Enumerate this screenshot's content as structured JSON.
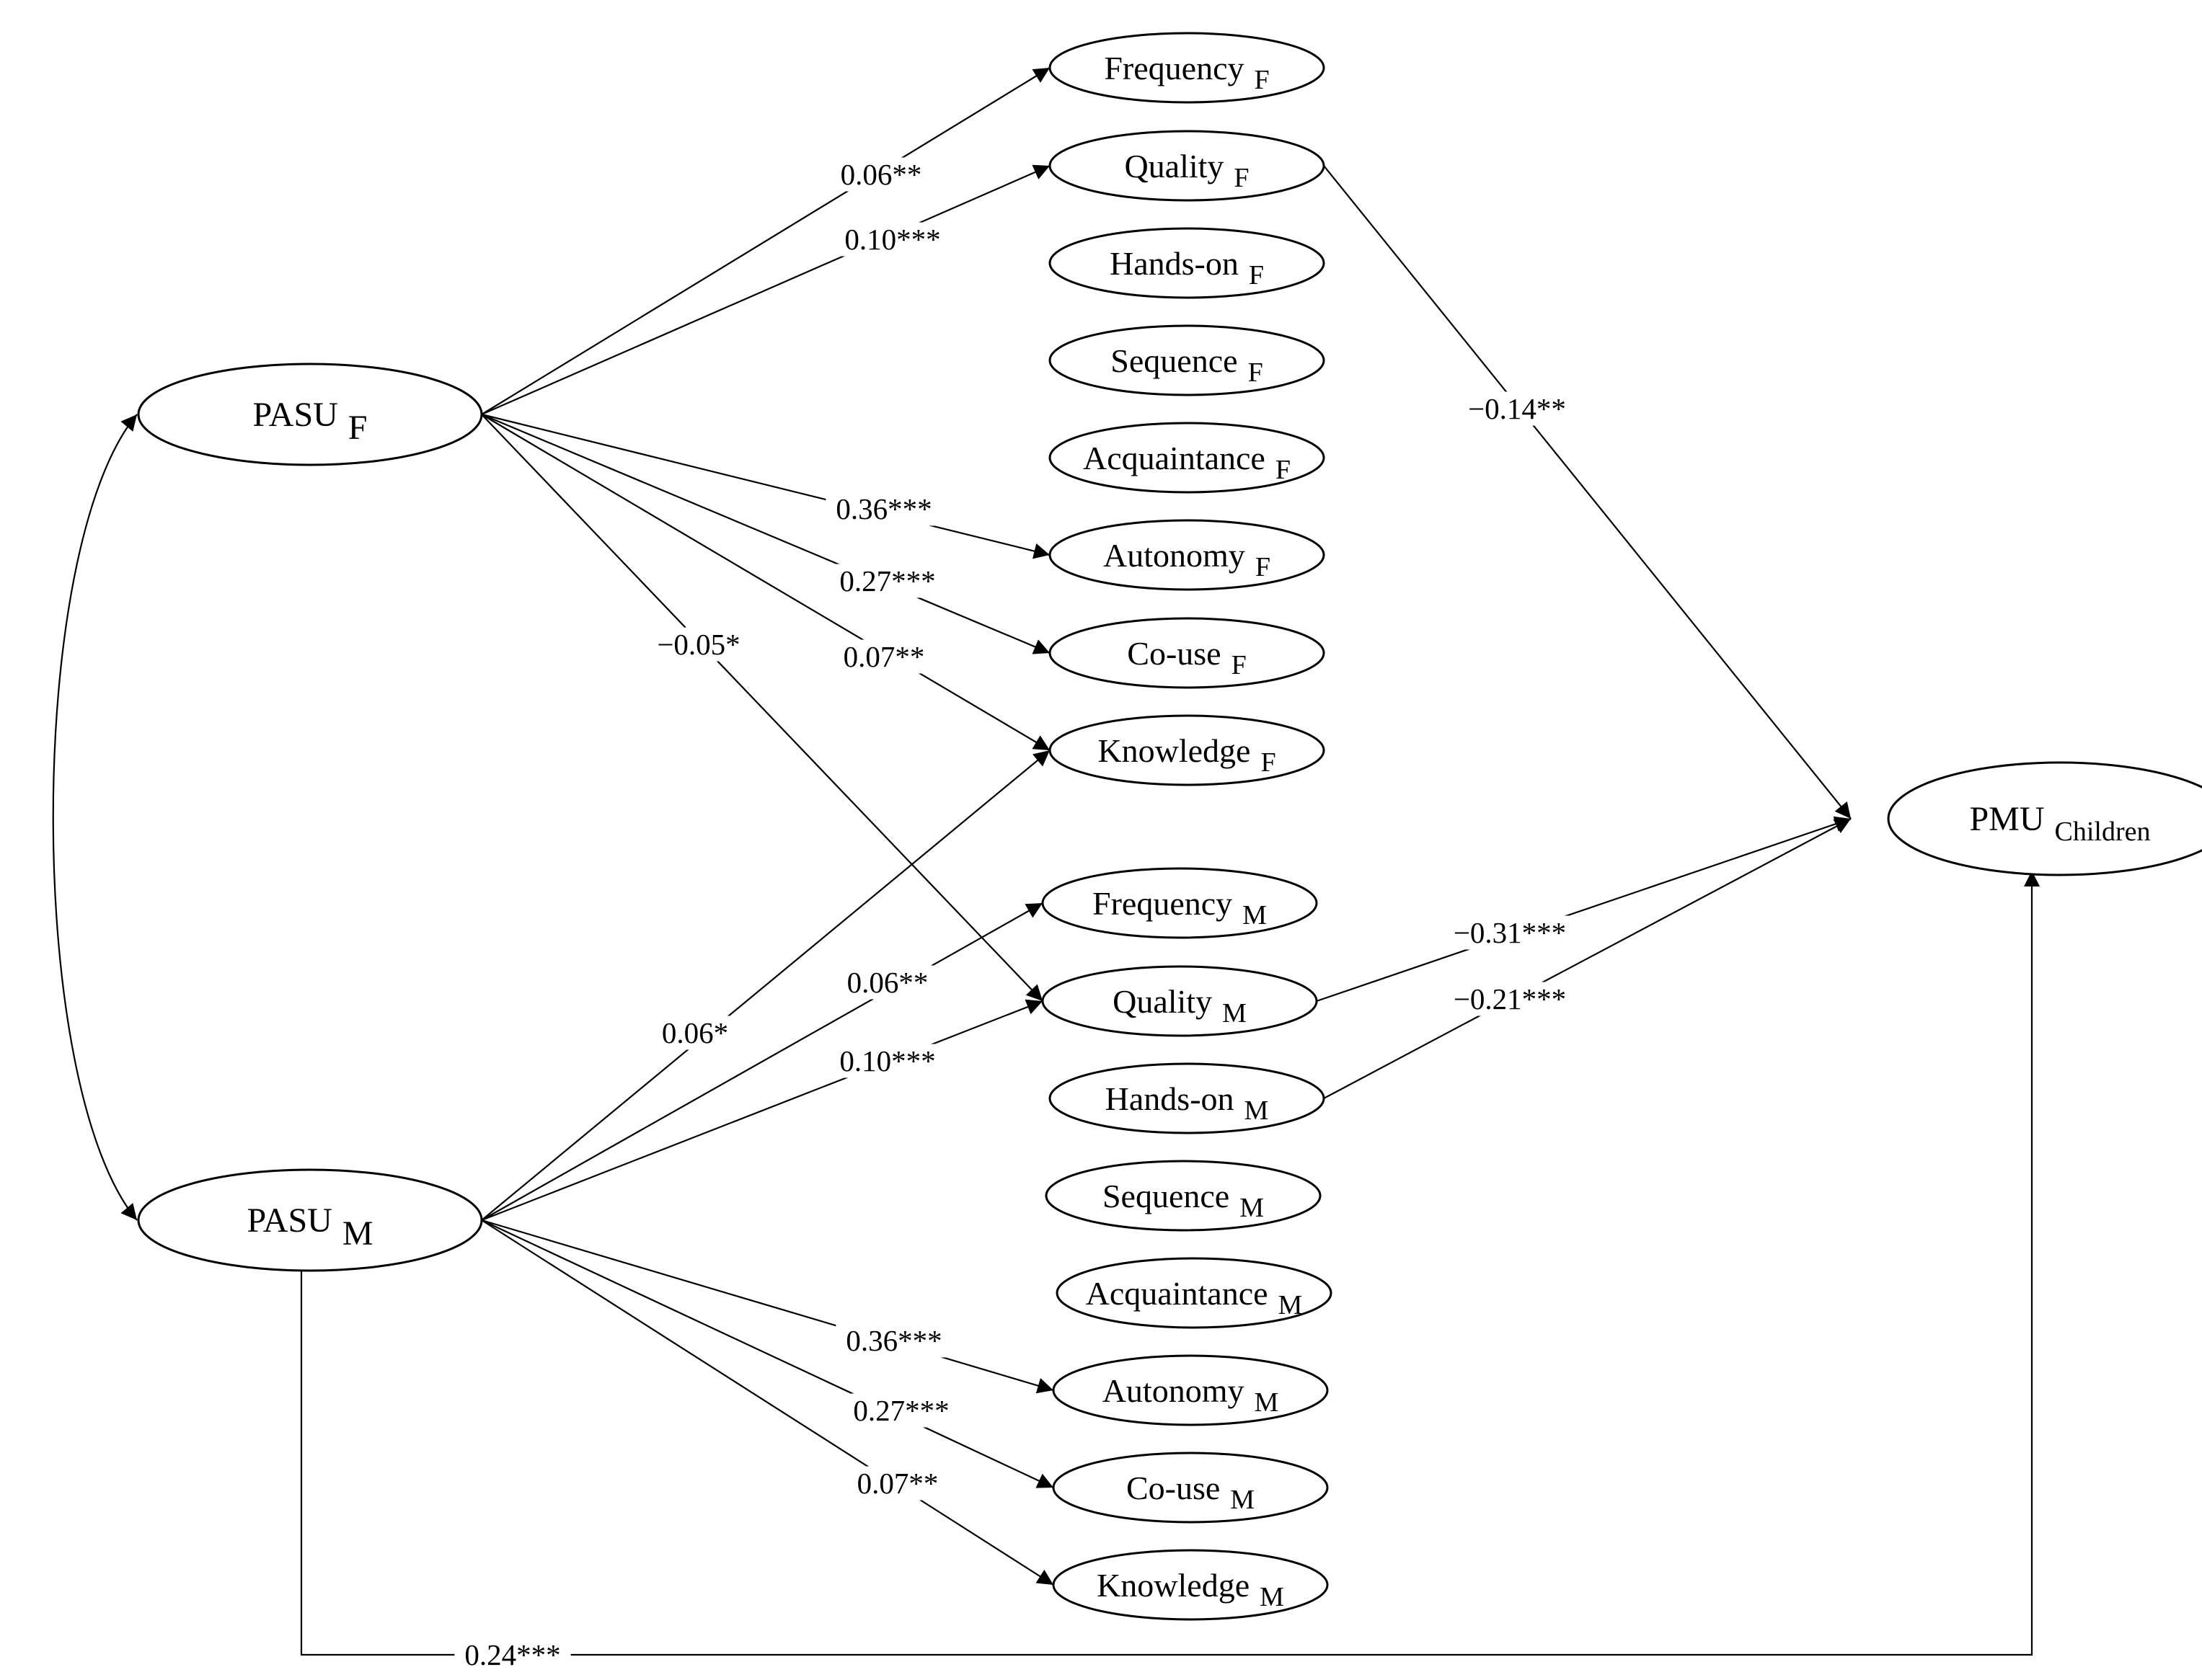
{
  "nodes": [
    {
      "id": "pasu_f",
      "main": "PASU",
      "sub": "F"
    },
    {
      "id": "pasu_m",
      "main": "PASU",
      "sub": "M"
    },
    {
      "id": "pmu",
      "main": "PMU",
      "sub": "Children"
    },
    {
      "id": "freq_f",
      "main": "Frequency",
      "sub": "F"
    },
    {
      "id": "qual_f",
      "main": "Quality",
      "sub": "F"
    },
    {
      "id": "hands_f",
      "main": "Hands-on",
      "sub": "F"
    },
    {
      "id": "seq_f",
      "main": "Sequence",
      "sub": "F"
    },
    {
      "id": "acq_f",
      "main": "Acquaintance",
      "sub": "F"
    },
    {
      "id": "auto_f",
      "main": "Autonomy",
      "sub": "F"
    },
    {
      "id": "couse_f",
      "main": "Co-use",
      "sub": "F"
    },
    {
      "id": "know_f",
      "main": "Knowledge",
      "sub": "F"
    },
    {
      "id": "freq_m",
      "main": "Frequency",
      "sub": "M"
    },
    {
      "id": "qual_m",
      "main": "Quality",
      "sub": "M"
    },
    {
      "id": "hands_m",
      "main": "Hands-on",
      "sub": "M"
    },
    {
      "id": "seq_m",
      "main": "Sequence",
      "sub": "M"
    },
    {
      "id": "acq_m",
      "main": "Acquaintance",
      "sub": "M"
    },
    {
      "id": "auto_m",
      "main": "Autonomy",
      "sub": "M"
    },
    {
      "id": "couse_m",
      "main": "Co-use",
      "sub": "M"
    },
    {
      "id": "know_m",
      "main": "Knowledge",
      "sub": "M"
    }
  ],
  "edges": [
    {
      "id": "pasu_f-freq_f",
      "from": "pasu_f",
      "to": "freq_f",
      "label": "0.06**"
    },
    {
      "id": "pasu_f-qual_f",
      "from": "pasu_f",
      "to": "qual_f",
      "label": "0.10***"
    },
    {
      "id": "pasu_f-auto_f",
      "from": "pasu_f",
      "to": "auto_f",
      "label": "0.36***"
    },
    {
      "id": "pasu_f-couse_f",
      "from": "pasu_f",
      "to": "couse_f",
      "label": "0.27***"
    },
    {
      "id": "pasu_f-know_f",
      "from": "pasu_f",
      "to": "know_f",
      "label": "0.07**"
    },
    {
      "id": "pasu_f-qual_m",
      "from": "pasu_f",
      "to": "qual_m",
      "label": "−0.05*"
    },
    {
      "id": "pasu_m-know_f",
      "from": "pasu_m",
      "to": "know_f",
      "label": "0.06*"
    },
    {
      "id": "pasu_m-freq_m",
      "from": "pasu_m",
      "to": "freq_m",
      "label": "0.06**"
    },
    {
      "id": "pasu_m-qual_m",
      "from": "pasu_m",
      "to": "qual_m",
      "label": "0.10***"
    },
    {
      "id": "pasu_m-auto_m",
      "from": "pasu_m",
      "to": "auto_m",
      "label": "0.36***"
    },
    {
      "id": "pasu_m-couse_m",
      "from": "pasu_m",
      "to": "couse_m",
      "label": "0.27***"
    },
    {
      "id": "pasu_m-know_m",
      "from": "pasu_m",
      "to": "know_m",
      "label": "0.07**"
    },
    {
      "id": "qual_f-pmu",
      "from": "qual_f",
      "to": "pmu",
      "label": "−0.14**"
    },
    {
      "id": "qual_m-pmu",
      "from": "qual_m",
      "to": "pmu",
      "label": "−0.31***"
    },
    {
      "id": "hands_m-pmu",
      "from": "hands_m",
      "to": "pmu",
      "label": "−0.21***"
    },
    {
      "id": "pasu_m-pmu",
      "from": "pasu_m",
      "to": "pmu",
      "label": "0.24***"
    },
    {
      "id": "pasu_f-pasu_m",
      "from": "pasu_f",
      "to": "pasu_m",
      "label": ""
    }
  ],
  "colors": {
    "stroke": "#000000",
    "background": "#ffffff"
  }
}
